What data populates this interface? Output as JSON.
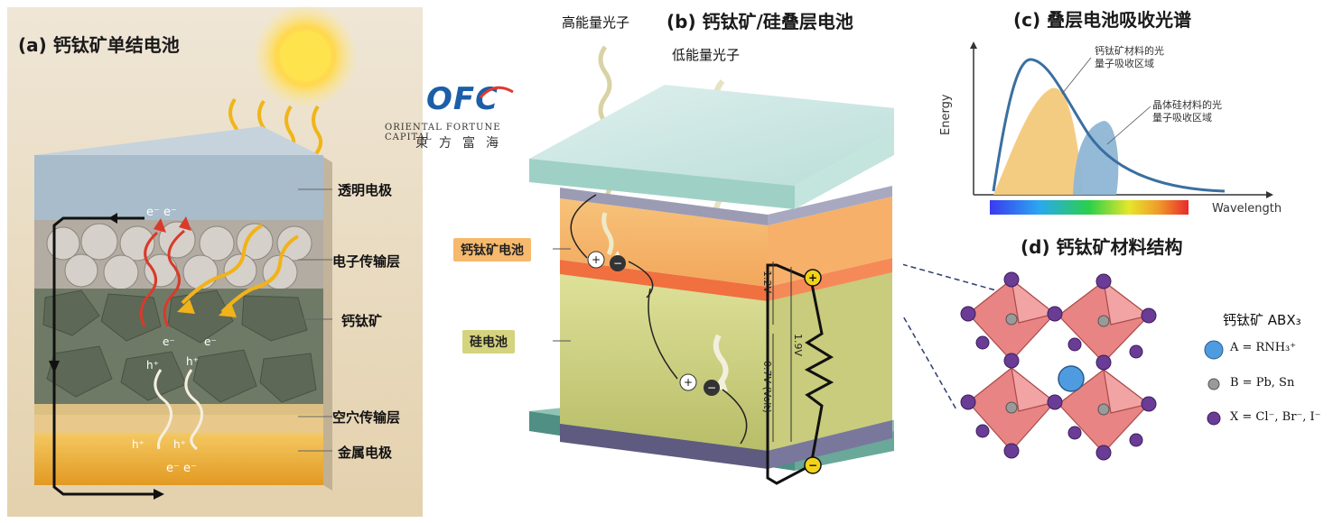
{
  "panel_a": {
    "title": "(a) 钙钛矿单结电池",
    "layers": [
      "透明电极",
      "电子传输层",
      "钙钛矿",
      "空穴传输层",
      "金属电极"
    ],
    "carriers": {
      "e": "e⁻",
      "h": "h⁺",
      "e_pair": "e⁻  e⁻"
    }
  },
  "panel_b": {
    "title": "(b) 钙钛矿/硅叠层电池",
    "high_photon": "高能量光子",
    "low_photon": "低能量光子",
    "perovskite_tag": "钙钛矿电池",
    "silicon_tag": "硅电池",
    "v1": "1.2V",
    "v2": "1.9V",
    "v3": "0.7V (Volt)",
    "plus": "+",
    "minus": "−"
  },
  "logo": {
    "mark": "OFC",
    "name_en": "ORIENTAL FORTUNE CAPITAL",
    "name_cn": "東方富海"
  },
  "panel_c": {
    "title": "(c) 叠层电池吸收光谱",
    "ylabel": "Energy",
    "xlabel": "Wavelength",
    "annotation_perovskite": [
      "钙钛矿材料的光",
      "量子吸收区域"
    ],
    "annotation_silicon": [
      "晶体硅材料的光",
      "量子吸收区域"
    ],
    "colors": {
      "curve": "#3a6fa0",
      "perovskite_fill": "#f3c97a",
      "silicon_fill": "#8fb6d6"
    }
  },
  "panel_d": {
    "title": "(d) 钙钛矿材料结构",
    "formula": "钙钛矿 ABX₃",
    "legend": [
      {
        "text": "A = RNH₃⁺",
        "color": "#4f9be0"
      },
      {
        "text": "B = Pb, Sn",
        "color": "#9a9a9a"
      },
      {
        "text": "X = Cl⁻, Br⁻, I⁻",
        "color": "#6a3c96"
      }
    ]
  }
}
